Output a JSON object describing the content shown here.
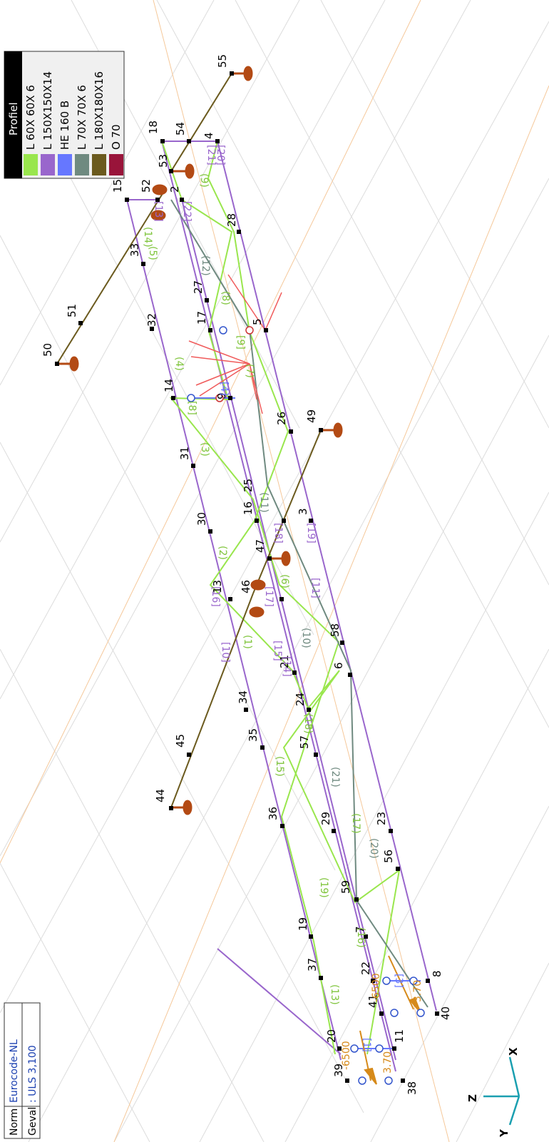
{
  "info_box": {
    "norm_label": "Norm",
    "norm_value": "Eurocode-NL",
    "case_label": "Geval",
    "case_value": ": ULS 3,100"
  },
  "legend": {
    "title": "Profiel",
    "items": [
      {
        "label": "L 60X 60X 6",
        "color": "#99e64d"
      },
      {
        "label": "L 150X150X14",
        "color": "#9966cc"
      },
      {
        "label": "HE 160 B",
        "color": "#6677ff"
      },
      {
        "label": "L 70X 70X 6",
        "color": "#6f8a80"
      },
      {
        "label": "L 180X180X16",
        "color": "#6b5a1e"
      },
      {
        "label": "O 70",
        "color": "#99143a"
      }
    ]
  },
  "axes": {
    "x_label": "X",
    "y_label": "Y",
    "z_label": "Z",
    "color": "#1a9fb0"
  },
  "node_labels": [
    {
      "id": "1",
      "t": "55"
    },
    {
      "id": "2",
      "t": "18"
    },
    {
      "id": "3",
      "t": "54"
    },
    {
      "id": "4",
      "t": "4"
    },
    {
      "id": "5",
      "t": "53"
    },
    {
      "id": "6",
      "t": "15"
    },
    {
      "id": "7",
      "t": "52"
    },
    {
      "id": "8",
      "t": "2"
    },
    {
      "id": "9",
      "t": "28"
    },
    {
      "id": "10",
      "t": "33"
    },
    {
      "id": "11",
      "t": "27"
    },
    {
      "id": "12",
      "t": "51"
    },
    {
      "id": "13",
      "t": "32"
    },
    {
      "id": "14",
      "t": "17"
    },
    {
      "id": "15",
      "t": "5"
    },
    {
      "id": "16",
      "t": "50"
    },
    {
      "id": "17",
      "t": "14"
    },
    {
      "id": "18",
      "t": "9"
    },
    {
      "id": "19",
      "t": "26"
    },
    {
      "id": "20",
      "t": "49"
    },
    {
      "id": "21",
      "t": "31"
    },
    {
      "id": "22",
      "t": "25"
    },
    {
      "id": "23",
      "t": "16"
    },
    {
      "id": "24",
      "t": "30"
    },
    {
      "id": "25",
      "t": "3"
    },
    {
      "id": "26",
      "t": "47"
    },
    {
      "id": "27",
      "t": "13"
    },
    {
      "id": "28",
      "t": "46"
    },
    {
      "id": "29",
      "t": "58"
    },
    {
      "id": "30",
      "t": "6"
    },
    {
      "id": "31",
      "t": "21"
    },
    {
      "id": "32",
      "t": "34"
    },
    {
      "id": "33",
      "t": "24"
    },
    {
      "id": "34",
      "t": "45"
    },
    {
      "id": "35",
      "t": "35"
    },
    {
      "id": "36",
      "t": "57"
    },
    {
      "id": "37",
      "t": "44"
    },
    {
      "id": "38",
      "t": "36"
    },
    {
      "id": "39",
      "t": "29"
    },
    {
      "id": "40",
      "t": "23"
    },
    {
      "id": "41",
      "t": "56"
    },
    {
      "id": "42",
      "t": "59"
    },
    {
      "id": "43",
      "t": "19"
    },
    {
      "id": "44",
      "t": "7"
    },
    {
      "id": "45",
      "t": "37"
    },
    {
      "id": "46",
      "t": "22"
    },
    {
      "id": "47",
      "t": "8"
    },
    {
      "id": "48",
      "t": "41"
    },
    {
      "id": "49",
      "t": "40"
    },
    {
      "id": "50",
      "t": "20"
    },
    {
      "id": "51",
      "t": "11"
    },
    {
      "id": "52",
      "t": "39"
    },
    {
      "id": "53",
      "t": "38"
    }
  ],
  "member_labels": [
    {
      "id": "m1",
      "t": "[20]",
      "c": "#9966cc"
    },
    {
      "id": "m2",
      "t": "[21]",
      "c": "#9966cc"
    },
    {
      "id": "m3",
      "t": "[22]",
      "c": "#9966cc"
    },
    {
      "id": "m4",
      "t": "[13]",
      "c": "#9966cc"
    },
    {
      "id": "m5",
      "t": "(9)",
      "c": "#7ec43a"
    },
    {
      "id": "m6",
      "t": "(14)",
      "c": "#7ec43a"
    },
    {
      "id": "m7",
      "t": "(5)",
      "c": "#7ec43a"
    },
    {
      "id": "m8",
      "t": "(12)",
      "c": "#6f8a80"
    },
    {
      "id": "m9",
      "t": "(8)",
      "c": "#7ec43a"
    },
    {
      "id": "m10",
      "t": "[9]",
      "c": "#7ec43a"
    },
    {
      "id": "m11",
      "t": "(4)",
      "c": "#7ec43a"
    },
    {
      "id": "m12",
      "t": "(7)",
      "c": "#7ec43a"
    },
    {
      "id": "m13",
      "t": "[8]",
      "c": "#7ec43a"
    },
    {
      "id": "m14",
      "t": "[4]",
      "c": "#6677ff"
    },
    {
      "id": "m15",
      "t": "(3)",
      "c": "#7ec43a"
    },
    {
      "id": "m16",
      "t": "(11)",
      "c": "#6f8a80"
    },
    {
      "id": "m17",
      "t": "[19]",
      "c": "#9966cc"
    },
    {
      "id": "m18",
      "t": "[18]",
      "c": "#9966cc"
    },
    {
      "id": "m19",
      "t": "(2)",
      "c": "#7ec43a"
    },
    {
      "id": "m20",
      "t": "(6)",
      "c": "#7ec43a"
    },
    {
      "id": "m21",
      "t": "[16]",
      "c": "#9966cc"
    },
    {
      "id": "m22",
      "t": "[17]",
      "c": "#9966cc"
    },
    {
      "id": "m23",
      "t": "[11]",
      "c": "#9966cc"
    },
    {
      "id": "m24",
      "t": "(10)",
      "c": "#6f8a80"
    },
    {
      "id": "m25",
      "t": "[10]",
      "c": "#9966cc"
    },
    {
      "id": "m26",
      "t": "(1)",
      "c": "#7ec43a"
    },
    {
      "id": "m27",
      "t": "[15]",
      "c": "#9966cc"
    },
    {
      "id": "m28",
      "t": "[14]",
      "c": "#9966cc"
    },
    {
      "id": "m29",
      "t": "(18)",
      "c": "#7ec43a"
    },
    {
      "id": "m30",
      "t": "(15)",
      "c": "#7ec43a"
    },
    {
      "id": "m31",
      "t": "(21)",
      "c": "#6f8a80"
    },
    {
      "id": "m32",
      "t": "(17)",
      "c": "#7ec43a"
    },
    {
      "id": "m33",
      "t": "(20)",
      "c": "#6f8a80"
    },
    {
      "id": "m34",
      "t": "(19)",
      "c": "#7ec43a"
    },
    {
      "id": "m35",
      "t": "(16)",
      "c": "#7ec43a"
    },
    {
      "id": "m36",
      "t": "(13)",
      "c": "#7ec43a"
    },
    {
      "id": "m37",
      "t": "[3]",
      "c": "#6677ff"
    },
    {
      "id": "m38",
      "t": "[1]",
      "c": "#6677ff"
    },
    {
      "id": "m39",
      "t": "-6500",
      "c": "#d68a1a"
    },
    {
      "id": "m40",
      "t": "3.70",
      "c": "#d68a1a"
    },
    {
      "id": "m41",
      "t": "-6500",
      "c": "#d68a1a"
    },
    {
      "id": "m42",
      "t": "3.70",
      "c": "#d68a1a"
    }
  ]
}
